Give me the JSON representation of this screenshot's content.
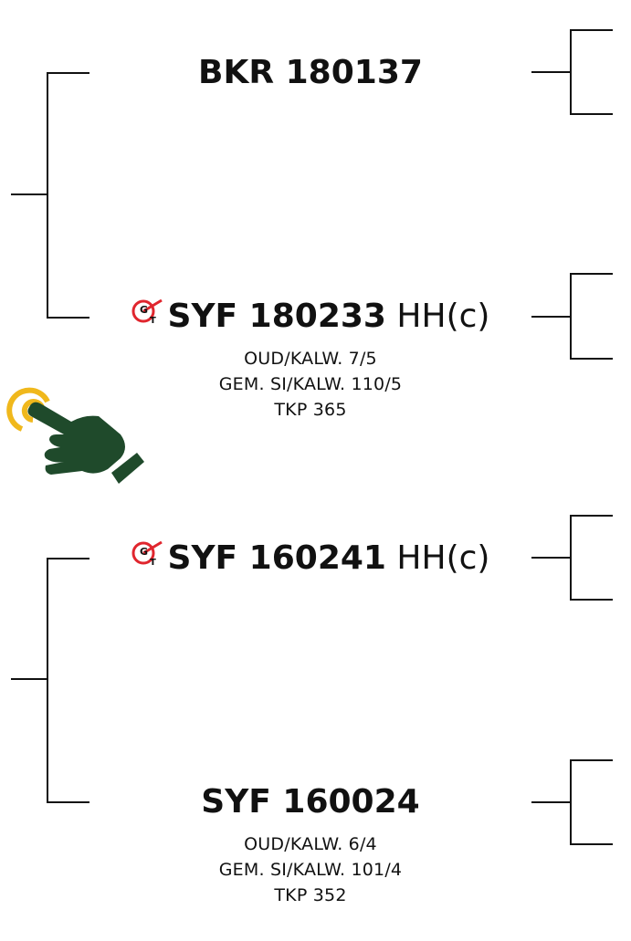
{
  "colors": {
    "line": "#111111",
    "icon_red": "#e0262e",
    "hand_green": "#1f4a2b",
    "ring_yellow": "#f0b81c"
  },
  "nodes": [
    {
      "code": "BKR 180137",
      "suffix": "",
      "has_gt_icon": false,
      "details": []
    },
    {
      "code": "SYF 180233",
      "suffix": "HH(c)",
      "has_gt_icon": true,
      "details": [
        "OUD/KALW. 7/5",
        "GEM. SI/KALW. 110/5",
        "TKP 365"
      ]
    },
    {
      "code": "SYF 160241",
      "suffix": "HH(c)",
      "has_gt_icon": true,
      "details": []
    },
    {
      "code": "SYF 160024",
      "suffix": "",
      "has_gt_icon": false,
      "details": [
        "OUD/KALW. 6/4",
        "GEM. SI/KALW. 101/4",
        "TKP 352"
      ]
    }
  ],
  "icons": {
    "gt": "genomic-tested-icon",
    "hand": "pointing-hand-icon"
  }
}
